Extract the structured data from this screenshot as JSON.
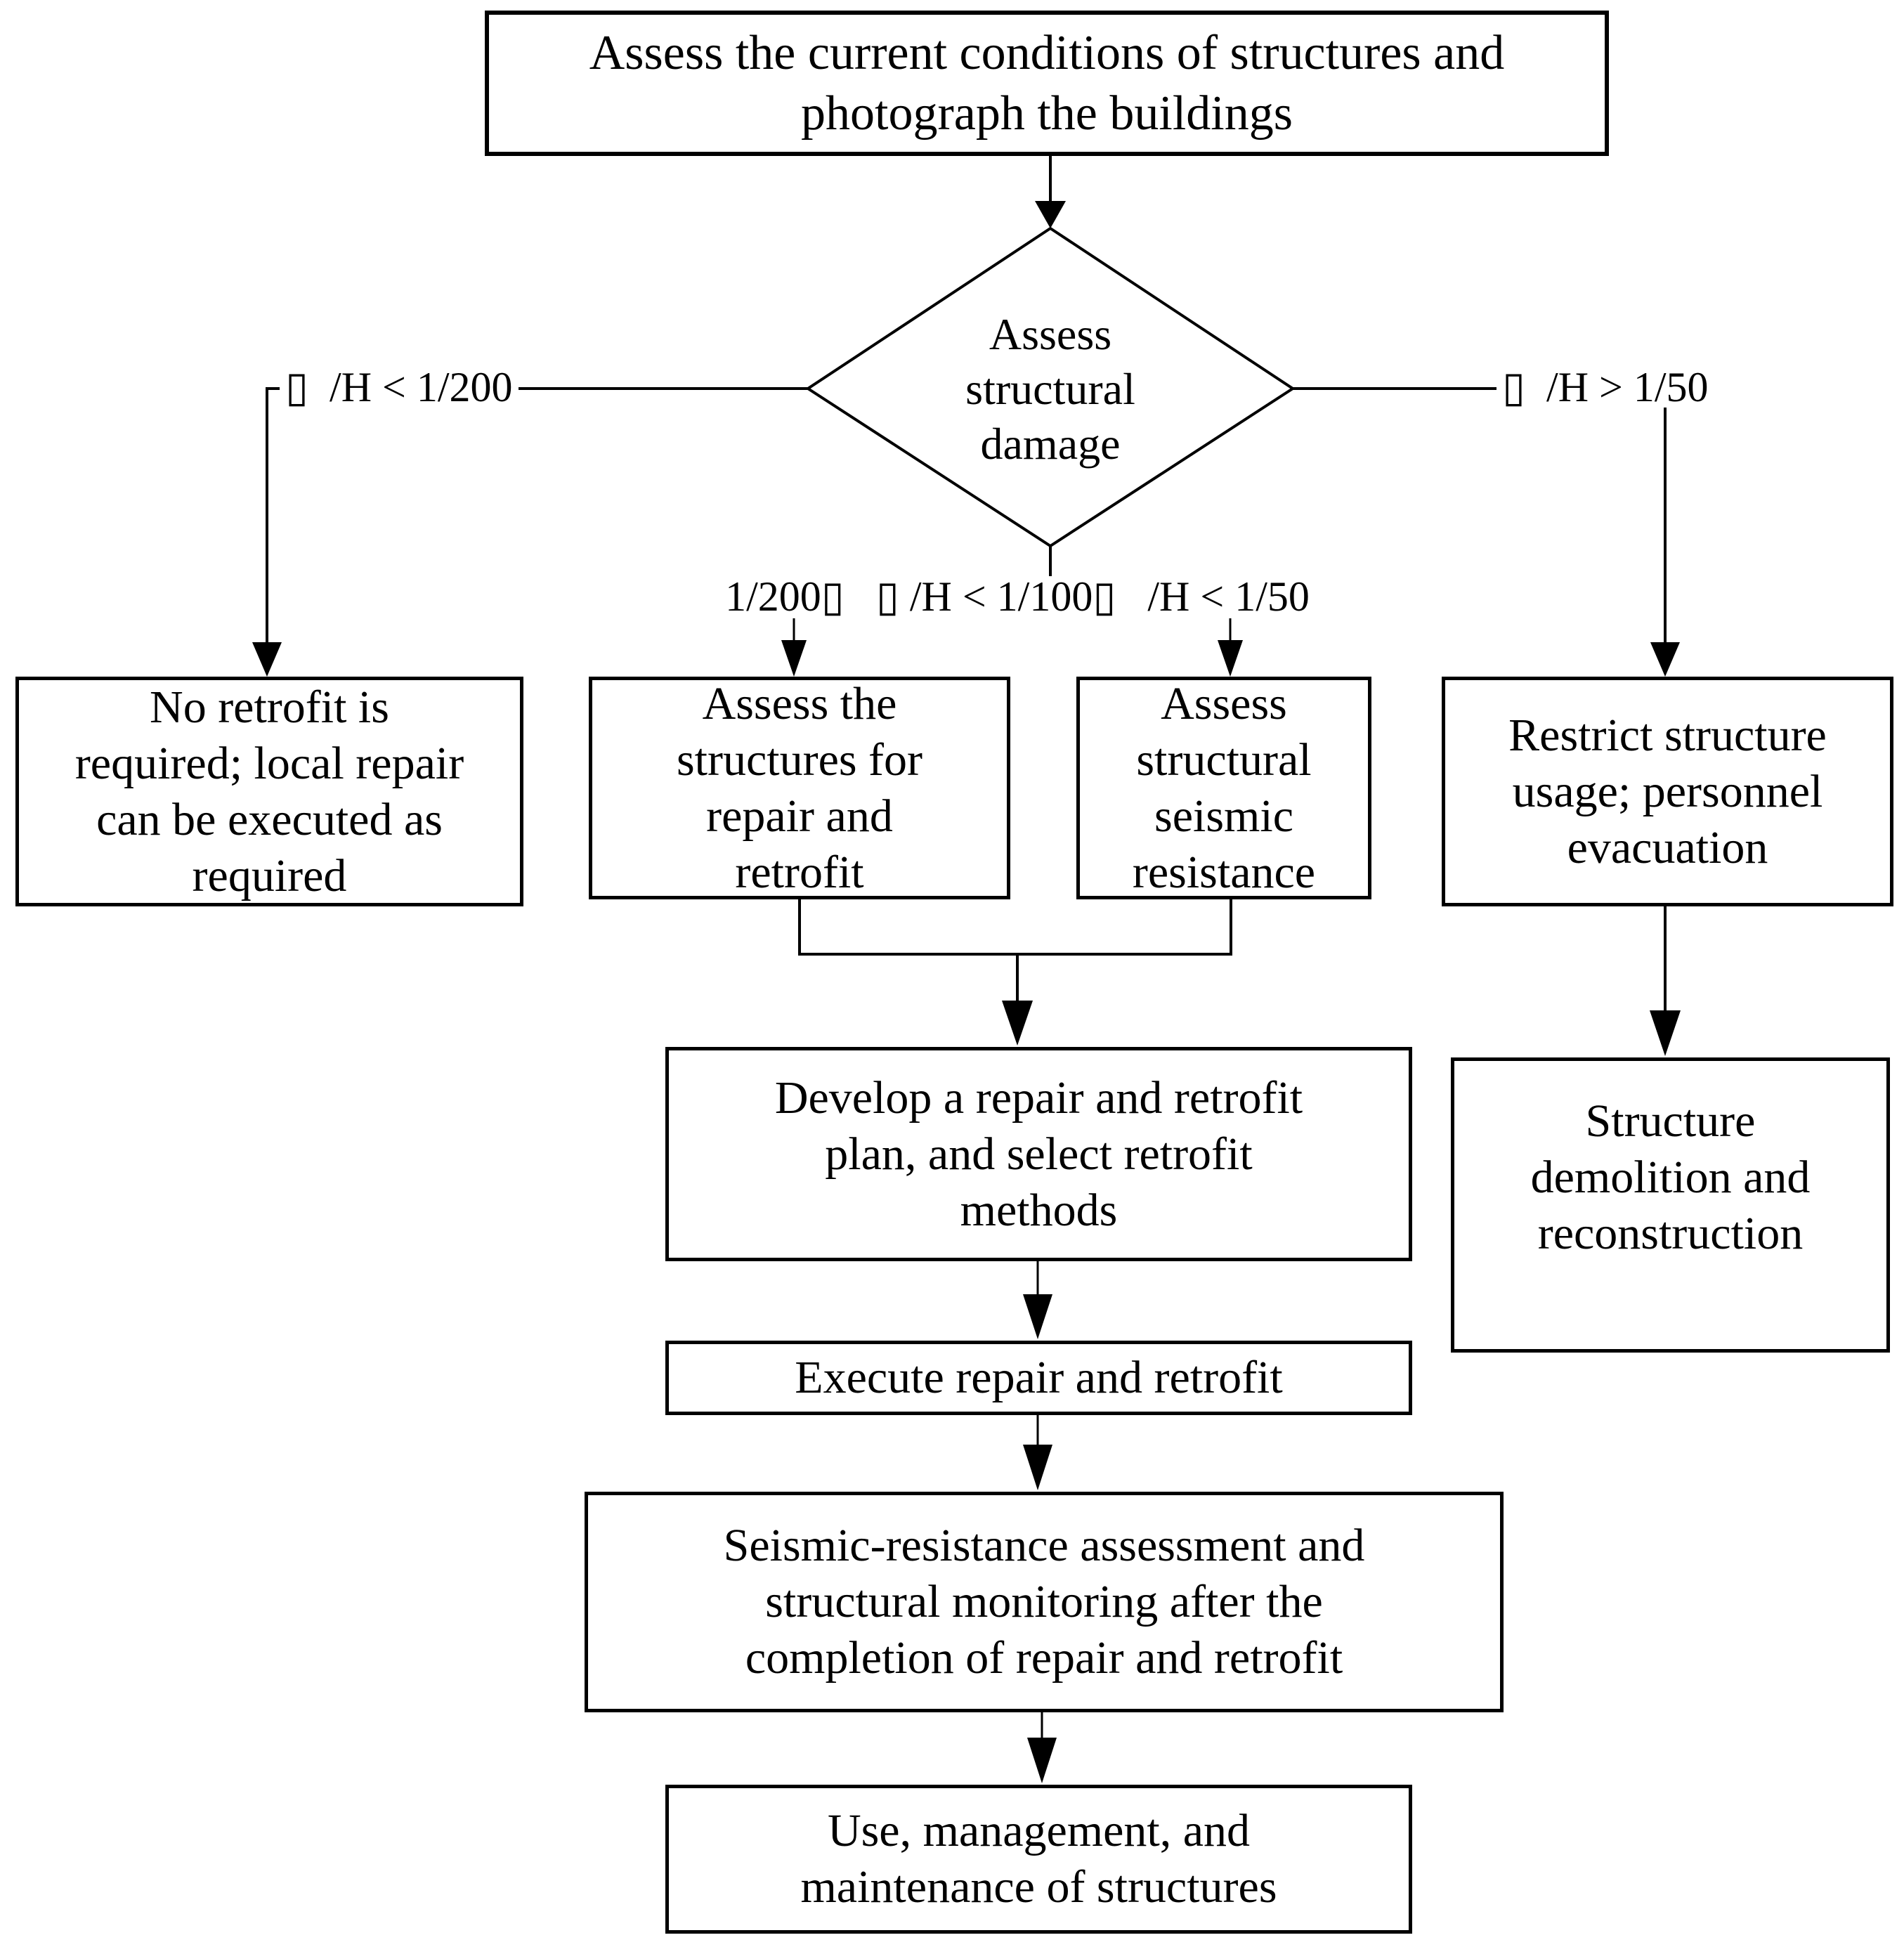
{
  "colors": {
    "line": "#000000",
    "background": "#ffffff",
    "text": "#000000"
  },
  "flowchart": {
    "nodes": {
      "assess_conditions": {
        "label": "Assess the current conditions of structures and\nphotograph the buildings"
      },
      "assess_damage": {
        "label": "Assess\nstructural\ndamage"
      },
      "no_retrofit": {
        "label": "No retrofit is\nrequired; local repair\ncan be executed as\nrequired"
      },
      "assess_repair": {
        "label": "Assess the\nstructures for\nrepair and\nretrofit"
      },
      "assess_seismic": {
        "label": "Assess\nstructural\nseismic\nresistance"
      },
      "restrict_usage": {
        "label": "Restrict structure\nusage; personnel\nevacuation"
      },
      "demolition": {
        "label": "Structure\ndemolition and\nreconstruction"
      },
      "develop_plan": {
        "label": "Develop a repair and retrofit\nplan, and select retrofit\nmethods"
      },
      "execute": {
        "label": "Execute repair and retrofit"
      },
      "monitoring": {
        "label": "Seismic-resistance assessment and\nstructural monitoring after the\ncompletion of repair and retrofit"
      },
      "use_management": {
        "label": "Use, management, and\nmaintenance of structures"
      }
    },
    "edge_labels": {
      "left": "▯  /H < 1/200",
      "middle": "1/200▯   ▯ /H < 1/100▯   /H < 1/50",
      "right": "▯  /H > 1/50"
    }
  }
}
